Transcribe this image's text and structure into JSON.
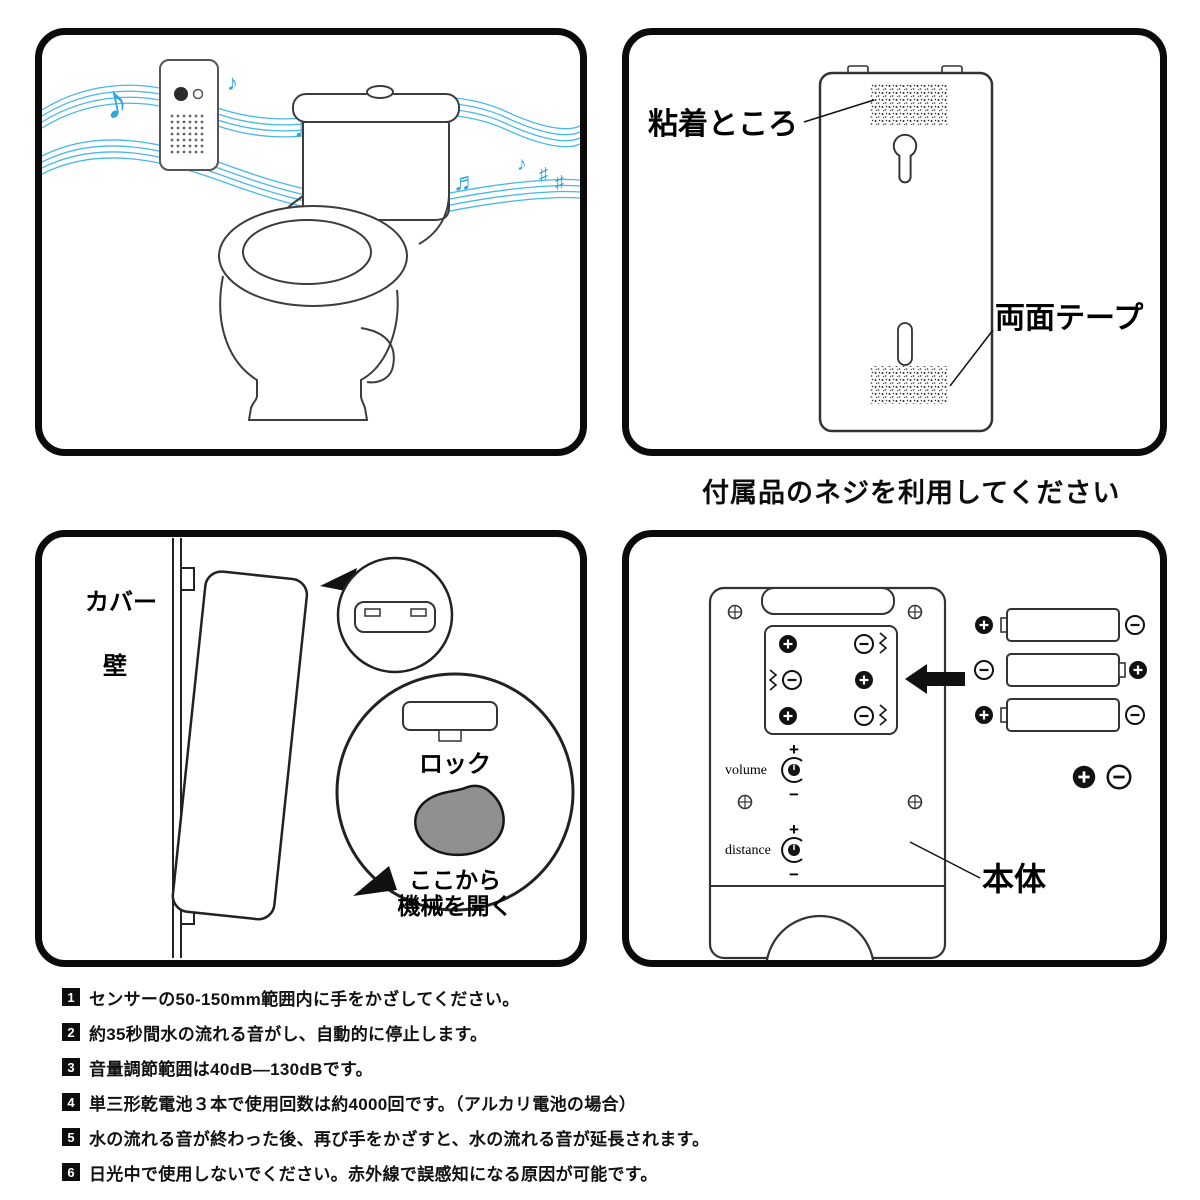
{
  "icons": {
    "eighth_note": "♪",
    "beamed_note": "♫",
    "beamed_sixteenth": "♬",
    "sharp": "♯",
    "plus": "+",
    "minus": "−"
  },
  "panel_back": {
    "adhesive_label": "粘着ところ",
    "tape_label": "両面テープ",
    "caption": "付属品のネジを利用してください"
  },
  "panel_cover": {
    "cover_label": "カバー",
    "wall_label": "壁",
    "lock_label": "ロック",
    "open_hint_line1": "ここから",
    "open_hint_line2": "機械を開く"
  },
  "panel_body": {
    "volume_label": "volume",
    "distance_label": "distance",
    "body_label": "本体"
  },
  "instructions": [
    {
      "num": "1",
      "text": "センサーの50-150mm範囲内に手をかざしてください。"
    },
    {
      "num": "2",
      "text": "約35秒間水の流れる音がし、自動的に停止します。"
    },
    {
      "num": "3",
      "text": "音量調節範囲は40dB—130dBです。"
    },
    {
      "num": "4",
      "text": "単三形乾電池３本で使用回数は約4000回です。（アルカリ電池の場合）"
    },
    {
      "num": "5",
      "text": "水の流れる音が終わった後、再び手をかざすと、水の流れる音が延長されます。"
    },
    {
      "num": "6",
      "text": "日光中で使用しないでください。赤外線で誤感知になる原因が可能です。"
    }
  ]
}
